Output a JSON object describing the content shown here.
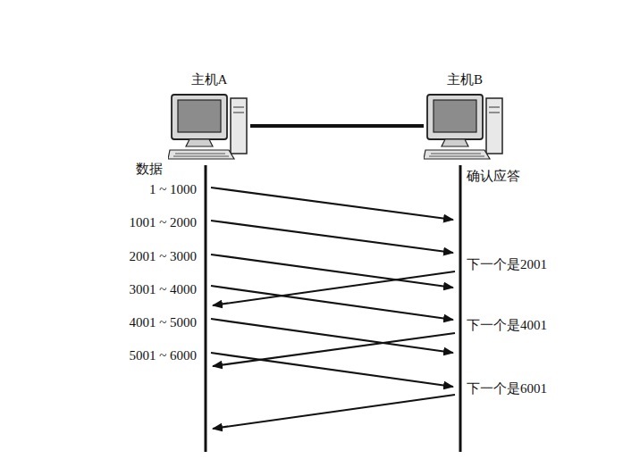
{
  "diagram": {
    "nodes": [
      {
        "text": [
          "主机A"
        ]
      },
      {
        "text": [
          "主机B"
        ]
      }
    ],
    "edges": [
      {
        "from": 0,
        "to": 1,
        "arrow": "none"
      }
    ],
    "labels": [
      "数据",
      "1 ~ 1000",
      "1001 ~ 2000",
      "2001 ~ 3000",
      "3001 ~ 4000",
      "4001 ~ 5000",
      "5001 ~ 6000",
      "确认应答",
      "下一个是2001",
      "下一个是4001",
      "下一个是6001"
    ]
  }
}
